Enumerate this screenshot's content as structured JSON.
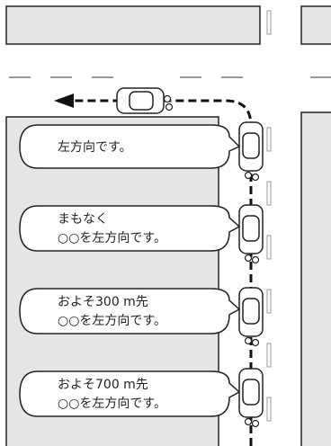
{
  "announcements": [
    {
      "lines": [
        "左方向です。"
      ]
    },
    {
      "lines": [
        "まもなく",
        "○○を左方向です。"
      ]
    },
    {
      "lines": [
        "およそ300 m先",
        "○○を左方向です。"
      ]
    },
    {
      "lines": [
        "およそ700 m先",
        "○○を左方向です。"
      ]
    }
  ],
  "colors": {
    "block_fill": "#e6e6e6",
    "line": "#222222",
    "route": "#111111",
    "lane_mark": "#999999"
  },
  "icons": {
    "car": "car-icon",
    "arrow": "route-arrow-icon"
  }
}
